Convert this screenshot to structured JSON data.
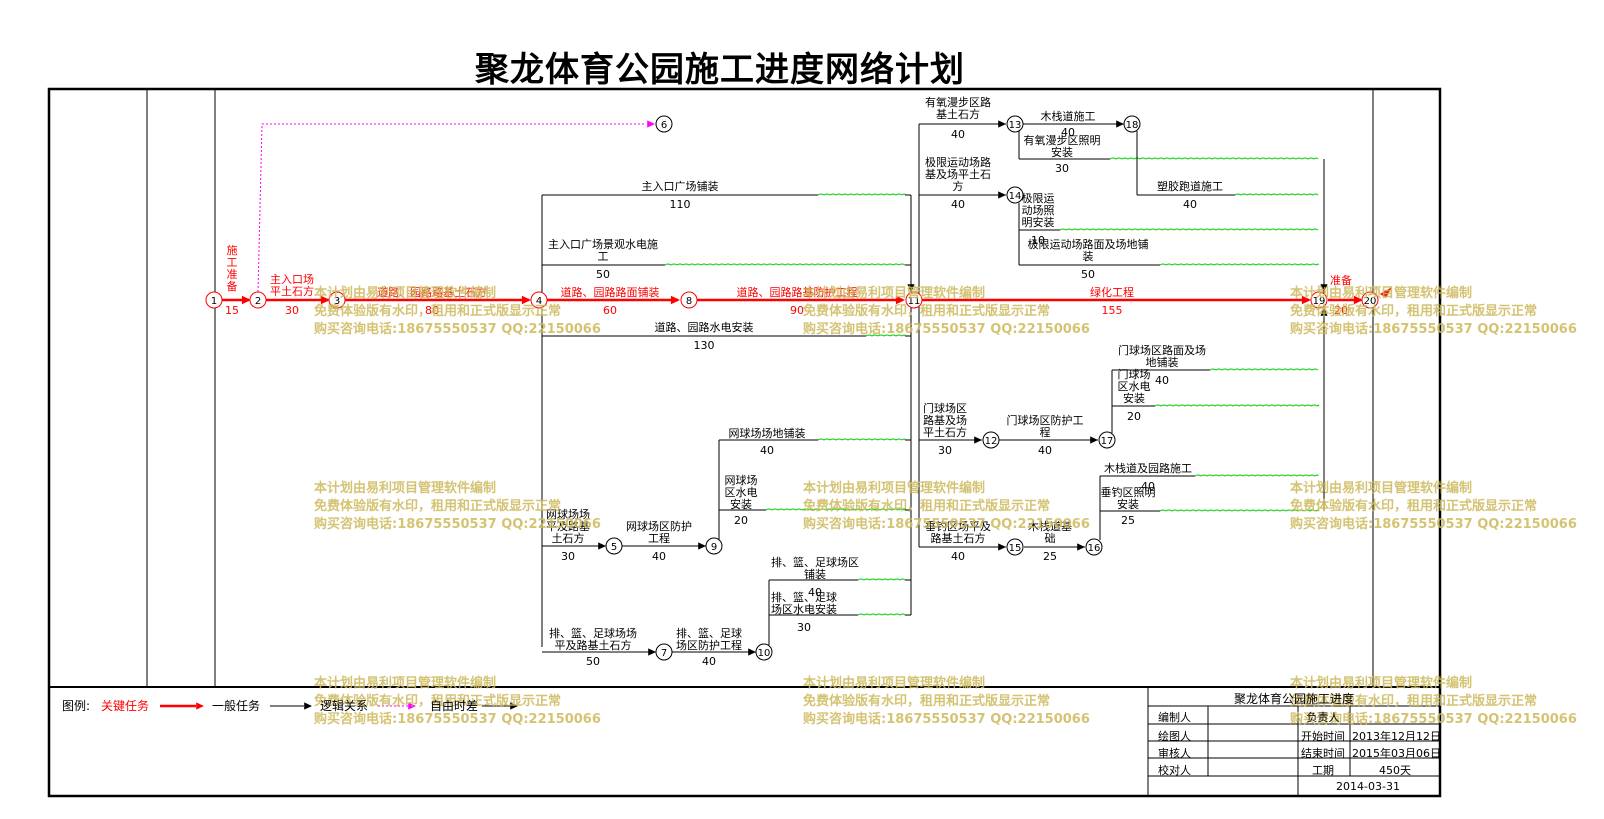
{
  "title": "聚龙体育公园施工进度网络计划",
  "colors": {
    "critical": "#ff0000",
    "normal": "#000000",
    "logic": "#ff00ff",
    "float": "#00cc00",
    "watermark": "#cdb95a"
  },
  "nodes": [
    {
      "id": "1",
      "label": "1"
    },
    {
      "id": "2",
      "label": "2"
    },
    {
      "id": "3",
      "label": "3"
    },
    {
      "id": "4",
      "label": "4"
    },
    {
      "id": "5",
      "label": "5"
    },
    {
      "id": "6",
      "label": "6"
    },
    {
      "id": "7",
      "label": "7"
    },
    {
      "id": "8",
      "label": "8"
    },
    {
      "id": "9",
      "label": "9"
    },
    {
      "id": "10",
      "label": "10"
    },
    {
      "id": "11",
      "label": "11"
    },
    {
      "id": "12",
      "label": "12"
    },
    {
      "id": "13",
      "label": "13"
    },
    {
      "id": "14",
      "label": "14"
    },
    {
      "id": "15",
      "label": "15"
    },
    {
      "id": "16",
      "label": "16"
    },
    {
      "id": "17",
      "label": "17"
    },
    {
      "id": "18",
      "label": "18"
    },
    {
      "id": "19",
      "label": "19"
    },
    {
      "id": "20",
      "label": "20"
    }
  ],
  "tasks": [
    {
      "from": "1",
      "to": "2",
      "name": "施工准备",
      "duration": "15",
      "critical": true
    },
    {
      "from": "2",
      "to": "3",
      "name": "主入口场平土石方",
      "duration": "30",
      "critical": true
    },
    {
      "from": "3",
      "to": "4",
      "name": "道路、园路路基土石方",
      "duration": "80",
      "critical": true
    },
    {
      "from": "4",
      "to": "8",
      "name": "道路、园路路面铺装",
      "duration": "60",
      "critical": true
    },
    {
      "from": "8",
      "to": "11",
      "name": "道路、园路路基防护工程",
      "duration": "90",
      "critical": true
    },
    {
      "from": "11",
      "to": "19",
      "name": "绿化工程",
      "duration": "155",
      "critical": true
    },
    {
      "from": "19",
      "to": "20",
      "name": "准备验收",
      "duration": "20",
      "critical": true
    },
    {
      "from": "4",
      "to": "11",
      "name": "主入口广场铺装",
      "duration": "110",
      "critical": false
    },
    {
      "from": "4",
      "to": "11",
      "name": "主入口广场景观水电施工",
      "duration": "50",
      "critical": false
    },
    {
      "from": "4",
      "to": "11",
      "name": "道路、园路水电安装",
      "duration": "130",
      "critical": false
    },
    {
      "from": "4",
      "to": "5",
      "name": "网球场场平及路基土石方",
      "duration": "30",
      "critical": false
    },
    {
      "from": "5",
      "to": "9",
      "name": "网球场区防护工程",
      "duration": "40",
      "critical": false
    },
    {
      "from": "9",
      "to": "11",
      "name": "网球场场地铺装",
      "duration": "40",
      "critical": false
    },
    {
      "from": "9",
      "to": "11",
      "name": "网球场区水电安装",
      "duration": "20",
      "critical": false
    },
    {
      "from": "4",
      "to": "7",
      "name": "排、篮、足球场场平及路基土石方",
      "duration": "50",
      "critical": false
    },
    {
      "from": "7",
      "to": "10",
      "name": "排、篮、足球场区防护工程",
      "duration": "40",
      "critical": false
    },
    {
      "from": "10",
      "to": "11",
      "name": "排、篮、足球场区铺装",
      "duration": "40",
      "critical": false
    },
    {
      "from": "10",
      "to": "11",
      "name": "排、篮、足球场区水电安装",
      "duration": "30",
      "critical": false
    },
    {
      "from": "11",
      "to": "13",
      "name": "有氧漫步区路基土石方",
      "duration": "40",
      "critical": false
    },
    {
      "from": "13",
      "to": "18",
      "name": "木栈道施工",
      "duration": "40",
      "critical": false
    },
    {
      "from": "13",
      "to": "19",
      "name": "有氧漫步区照明安装",
      "duration": "30",
      "critical": false
    },
    {
      "from": "18",
      "to": "19",
      "name": "塑胶跑道施工",
      "duration": "40",
      "critical": false
    },
    {
      "from": "11",
      "to": "14",
      "name": "极限运动场路基及场平土石方",
      "duration": "40",
      "critical": false
    },
    {
      "from": "14",
      "to": "19",
      "name": "极限运动场照明安装",
      "duration": "10",
      "critical": false
    },
    {
      "from": "14",
      "to": "19",
      "name": "极限运动场路面及场地铺装",
      "duration": "50",
      "critical": false
    },
    {
      "from": "11",
      "to": "12",
      "name": "门球场区路基及场平土石方",
      "duration": "30",
      "critical": false
    },
    {
      "from": "12",
      "to": "17",
      "name": "门球场区防护工程",
      "duration": "40",
      "critical": false
    },
    {
      "from": "17",
      "to": "19",
      "name": "门球场区路面及场地铺装",
      "duration": "40",
      "critical": false
    },
    {
      "from": "17",
      "to": "19",
      "name": "门球场区水电安装",
      "duration": "20",
      "critical": false
    },
    {
      "from": "11",
      "to": "15",
      "name": "垂钓区场平及路基土石方",
      "duration": "40",
      "critical": false
    },
    {
      "from": "15",
      "to": "16",
      "name": "木栈道基础",
      "duration": "25",
      "critical": false
    },
    {
      "from": "16",
      "to": "19",
      "name": "木栈道及园路施工",
      "duration": "40",
      "critical": false
    },
    {
      "from": "16",
      "to": "19",
      "name": "垂钓区照明安装",
      "duration": "25",
      "critical": false
    }
  ],
  "watermark": {
    "line1": "本计划由易利项目管理软件编制",
    "line2": "免费体验版有水印，租用和正式版显示正常",
    "line3": "购买咨询电话:18675550537 QQ:22150066"
  },
  "legend": {
    "label": "图例:",
    "critical": "关键任务",
    "normal": "一般任务",
    "logic": "逻辑关系",
    "float": "自由时差"
  },
  "title_block": {
    "project": "聚龙体育公园施工进度",
    "rows": [
      {
        "label": "编制人",
        "key": "负责人",
        "value": ""
      },
      {
        "label": "绘图人",
        "key": "开始时间",
        "value": "2013年12月12日"
      },
      {
        "label": "审核人",
        "key": "结束时间",
        "value": "2015年03月06日"
      },
      {
        "label": "校对人",
        "key": "工期",
        "value": "450天"
      }
    ],
    "date": "2014-03-31"
  }
}
